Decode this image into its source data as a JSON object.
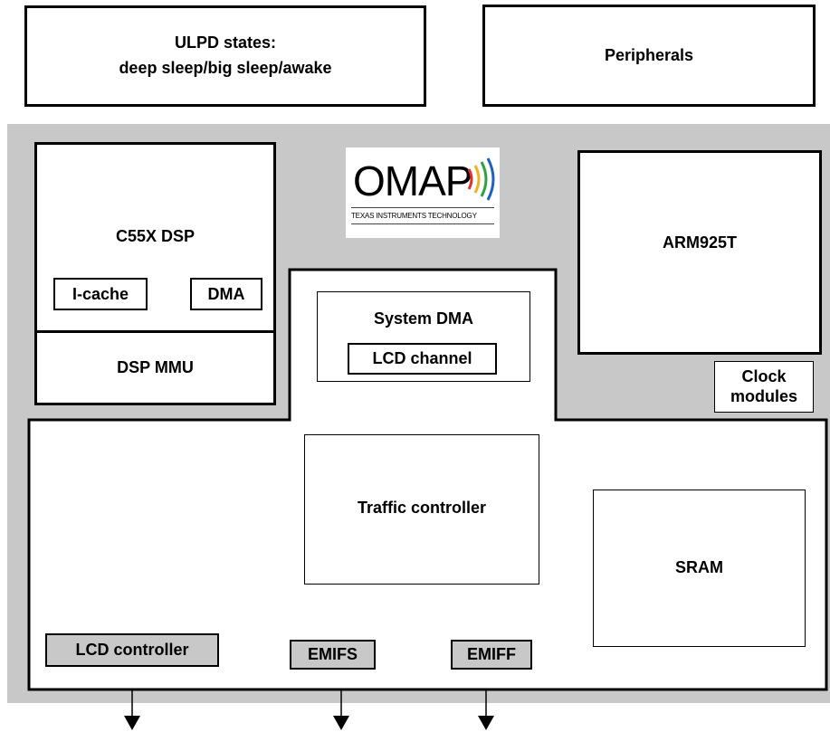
{
  "ulpd": {
    "line1": "ULPD states:",
    "line2": "deep sleep/big sleep/awake"
  },
  "peripherals": {
    "label": "Peripherals"
  },
  "dsp": {
    "title": "C55X DSP",
    "icache": "I-cache",
    "dma": "DMA",
    "mmu": "DSP MMU"
  },
  "logo": {
    "brand": "OMAP",
    "tagline": "TEXAS INSTRUMENTS TECHNOLOGY",
    "wave_colors": [
      "#e03030",
      "#f0b020",
      "#30a040",
      "#2060c0"
    ]
  },
  "arm": {
    "label": "ARM925T"
  },
  "system_dma": {
    "title": "System DMA",
    "channel": "LCD channel"
  },
  "clock": {
    "line1": "Clock",
    "line2": "modules"
  },
  "traffic": {
    "label": "Traffic controller"
  },
  "sram": {
    "label": "SRAM"
  },
  "io": {
    "lcd_controller": "LCD controller",
    "emifs": "EMIFS",
    "emiff": "EMIFF"
  },
  "colors": {
    "chip_background": "#c8c8c8",
    "border": "#000000"
  }
}
